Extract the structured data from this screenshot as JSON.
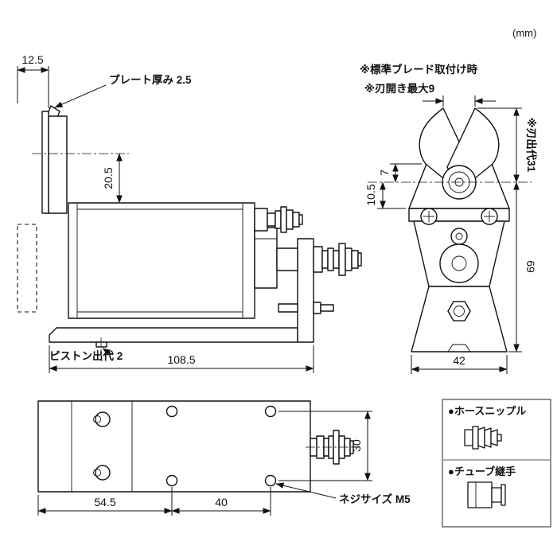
{
  "unit_label": "(mm)",
  "side_view": {
    "dim_width_top": "12.5",
    "note_plate": "プレート厚み 2.5",
    "dim_plate_top": "20.5",
    "note_piston": "ピストン出代 2",
    "dim_length": "108.5"
  },
  "front_view": {
    "note_blade_mount": "※標準ブレード取付け時",
    "note_blade_open": "※刃開き最大9",
    "dim_blade_protrude": "※刃出代31",
    "dim_head_top": "7",
    "dim_head_bottom": "10.5",
    "dim_body_height": "69",
    "dim_body_width": "42"
  },
  "bottom_view": {
    "dim_fitting": "30",
    "dim_left": "54.5",
    "dim_holes": "40",
    "note_screw": "ネジサイズ M5"
  },
  "legend": {
    "item1": "●ホースニップル",
    "item2": "●チューブ継手"
  },
  "colors": {
    "line": "#111111",
    "legend_border": "#8f8f8f",
    "background": "#ffffff"
  }
}
